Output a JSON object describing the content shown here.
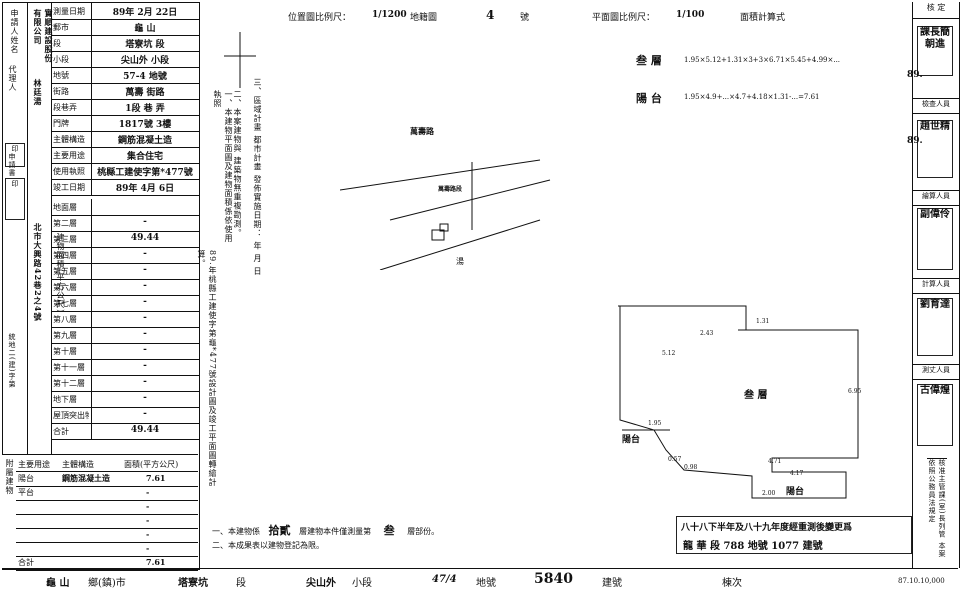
{
  "left_table": {
    "applicant_label": "申請人姓名",
    "applicant_value": "實順建設股份有限公司",
    "agent_label": "代理人",
    "agent_value": "林廷湯",
    "rows": [
      {
        "k": "測量日期",
        "v": "89年 2月 22日"
      },
      {
        "k": "郵市",
        "v": "龜 山"
      },
      {
        "k": "段",
        "v": "塔寮坑 段"
      },
      {
        "k": "小段",
        "v": "尖山外 小段"
      },
      {
        "k": "地號",
        "v": "57-4 地號"
      },
      {
        "k": "街路",
        "v": "萬壽 街路"
      },
      {
        "k": "段巷弄",
        "v": "1段 巷 弄"
      },
      {
        "k": "門牌",
        "v": "1817號 3樓"
      },
      {
        "k": "主體構造",
        "v": "鋼筋混凝土造"
      },
      {
        "k": "主要用途",
        "v": "集合住宅"
      },
      {
        "k": "使用執照",
        "v": "桃縣工建使字第*477號"
      },
      {
        "k": "竣工日期",
        "v": "89年 4月 6日"
      }
    ],
    "floor_rows": [
      {
        "k": "地面層",
        "v": ""
      },
      {
        "k": "第二層",
        "v": "-"
      },
      {
        "k": "第三層",
        "v": "49.44"
      },
      {
        "k": "第四層",
        "v": "-"
      },
      {
        "k": "第五層",
        "v": "-"
      },
      {
        "k": "第六層",
        "v": "-"
      },
      {
        "k": "第七層",
        "v": "-"
      },
      {
        "k": "第八層",
        "v": "-"
      },
      {
        "k": "第九層",
        "v": "-"
      },
      {
        "k": "第十層",
        "v": "-"
      },
      {
        "k": "第十一層",
        "v": "-"
      },
      {
        "k": "第十二層",
        "v": "-"
      },
      {
        "k": "地下層",
        "v": "-"
      },
      {
        "k": "屋頂突出物",
        "v": "-"
      },
      {
        "k": "合計",
        "v": "49.44"
      }
    ],
    "vertical_side": "建物面積(平方公尺)",
    "vertical_address": "北市大興路42巷2之4號",
    "apply_label": "申請書",
    "date_note": "統地二(建)字第",
    "area_col": "面積(平方公尺)"
  },
  "bottom_table": {
    "headers": [
      "主要用途",
      "主體構造",
      "面積(平方公尺)"
    ],
    "rows": [
      {
        "a": "陽台",
        "b": "鋼筋混凝土造",
        "c": "7.61"
      },
      {
        "a": "平台",
        "b": "",
        "c": "-"
      },
      {
        "a": "",
        "b": "",
        "c": "-"
      },
      {
        "a": "",
        "b": "",
        "c": "-"
      },
      {
        "a": "",
        "b": "",
        "c": "-"
      },
      {
        "a": "",
        "b": "",
        "c": "-"
      },
      {
        "a": "合計",
        "b": "",
        "c": "7.61"
      }
    ],
    "side_label": "附屬建物"
  },
  "header": {
    "location_scale_label": "位置圖比例尺：",
    "location_scale": "1/1200",
    "sheet_label": "地籍圖",
    "sheet_no": "4",
    "sheet_suffix": "號",
    "plan_scale_label": "平面圖比例尺：",
    "plan_scale": "1/100",
    "area_calc_label": "面積計算式"
  },
  "calc": {
    "floor3_label": "叁 層",
    "floor3_formula": "1.95×5.12+1.31×3+3×6.71×5.45+4.99×...",
    "balcony_label": "陽 台",
    "balcony_formula": "1.95×4.9+...×4.7+4.18×1.31-...=7.61"
  },
  "notes": {
    "note1": "一、本建物平面圖及建物面積係依使用執照",
    "note1b": "89.年桃縣工建使字第龜*477號設計圖及竣工平面圖轉繪計算。",
    "note2": "二、本案建物與 建築物無重複勘測。",
    "note3": "三、區域計畫 都市計畫 發佈實施日期： 年 月 日",
    "bottom1": "一、本建物係",
    "bottom1_num": "拾貳",
    "bottom1_mid": "層建物本件僅測量第",
    "bottom1_floor": "叁",
    "bottom1_end": "層部份。",
    "bottom2": "二、本成果表以建物登記為限。"
  },
  "site_map": {
    "road": "萬壽路",
    "mark": "萬壽路段",
    "plot_label": "湯"
  },
  "plan": {
    "floor_label": "叁 層",
    "balcony1": "陽台",
    "balcony2": "陽台",
    "dims": [
      "2.43",
      "1.31",
      "5.12",
      "6.95",
      "1.95",
      "4.71",
      "4.17",
      "0.57",
      "0.98",
      "2.00"
    ]
  },
  "stamp_box": {
    "line1": "八十八下半年及八十九年度經重測後變更爲",
    "line2": "龍 華 段 788 地號 1077 建號"
  },
  "footer": {
    "town": "龜 山",
    "town_suffix": "鄉(鎮)市",
    "section": "塔寮坑",
    "section_suffix": "段",
    "subsection": "尖山外",
    "subsection_suffix": "小段",
    "lot": "47/4",
    "lot_label": "地號",
    "bldg": "5840",
    "bldg_label": "建號",
    "building_label": "棟次",
    "date": "87.10.10,000"
  },
  "right_col": {
    "top_label": "核 定",
    "sig1": "課長簡朝進",
    "date1": "89.",
    "check_label": "檢查人員",
    "sig2": "趙世精",
    "date2": "89.",
    "drafter_label": "繪算人員",
    "sig3": "副偉伶",
    "calc_label": "計算人員",
    "sig4": "劉育達",
    "survey_label": "測丈人員",
    "sig5": "古偉煌",
    "note": "核准主管課(室)長列管 本案依照公務員法規定"
  }
}
